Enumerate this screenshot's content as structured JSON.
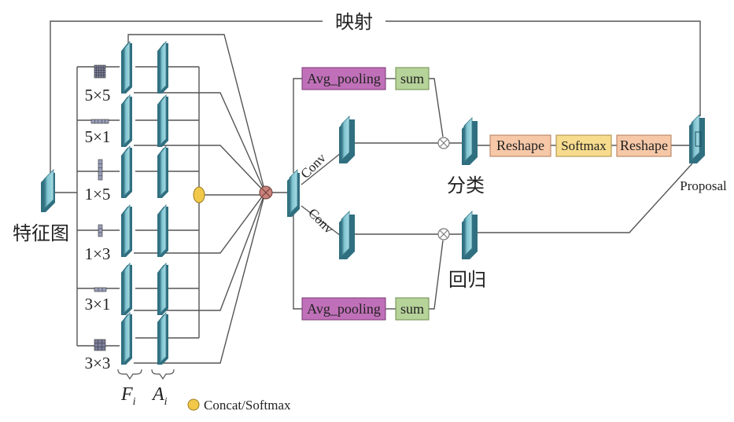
{
  "title_mapping": "映射",
  "input_label": "特征图",
  "kernels": [
    "5×5",
    "5×1",
    "1×5",
    "1×3",
    "3×1",
    "3×3"
  ],
  "legend": {
    "fi": "F",
    "fi_sub": "i",
    "ai": "A",
    "ai_sub": "i",
    "concat": "Concat/Softmax"
  },
  "top_branch": {
    "pool": "Avg_pooling",
    "sum": "sum",
    "conv": "Conv"
  },
  "bottom_branch": {
    "pool": "Avg_pooling",
    "sum": "sum",
    "conv": "Conv"
  },
  "cls_label": "分类",
  "reg_label": "回归",
  "reshape1": "Reshape",
  "softmax": "Softmax",
  "reshape2": "Reshape",
  "proposal": "Proposal",
  "colors": {
    "feature": "#7fc4d0",
    "feature_dark": "#2f6f80",
    "pool": "#c070b8",
    "sum": "#b6d39a",
    "reshape": "#f6c8a8",
    "softmax": "#f7dc8e",
    "concat": "#f1c84a",
    "mult": "#c9837c",
    "line": "#555555"
  }
}
